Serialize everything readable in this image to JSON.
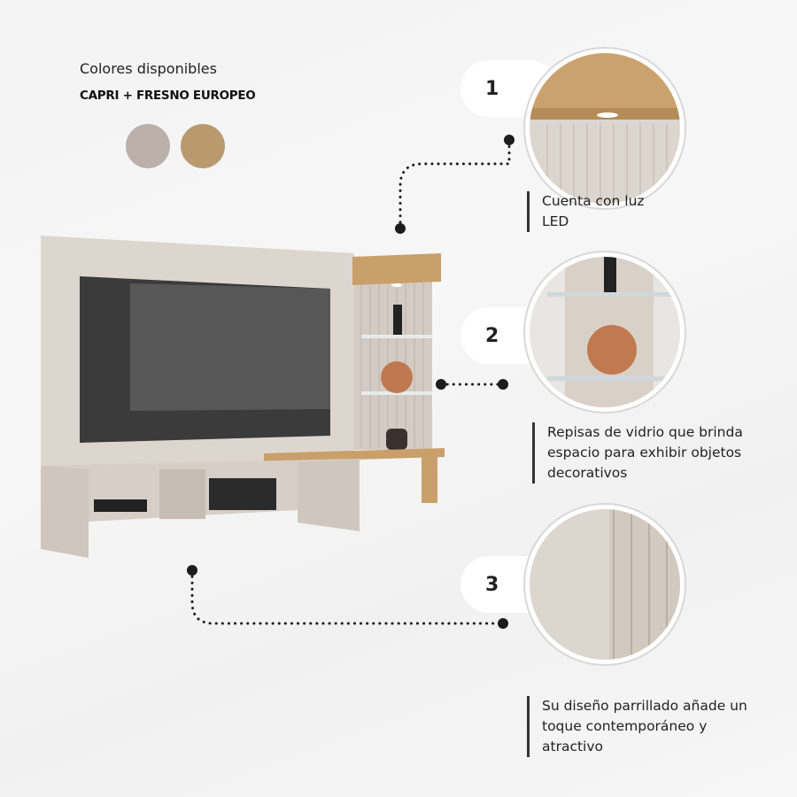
{
  "header": {
    "title": "Colores disponibles",
    "subtitle": "CAPRI + FRESNO EUROPEO"
  },
  "swatches": [
    {
      "name": "capri",
      "color": "#bcb1aa"
    },
    {
      "name": "fresno-europeo",
      "color": "#b89a6e"
    }
  ],
  "features": [
    {
      "number": "1",
      "caption": "Cuenta con luz LED"
    },
    {
      "number": "2",
      "caption": "Repisas de vidrio que brinda espacio para exhibir objetos decorativos"
    },
    {
      "number": "3",
      "caption": "Su diseño parrillado añade un toque contemporáneo y atractivo"
    }
  ],
  "colors": {
    "connector": "#1c1c1c",
    "wood": "#c9a06a",
    "panel": "#d6d0ca"
  }
}
